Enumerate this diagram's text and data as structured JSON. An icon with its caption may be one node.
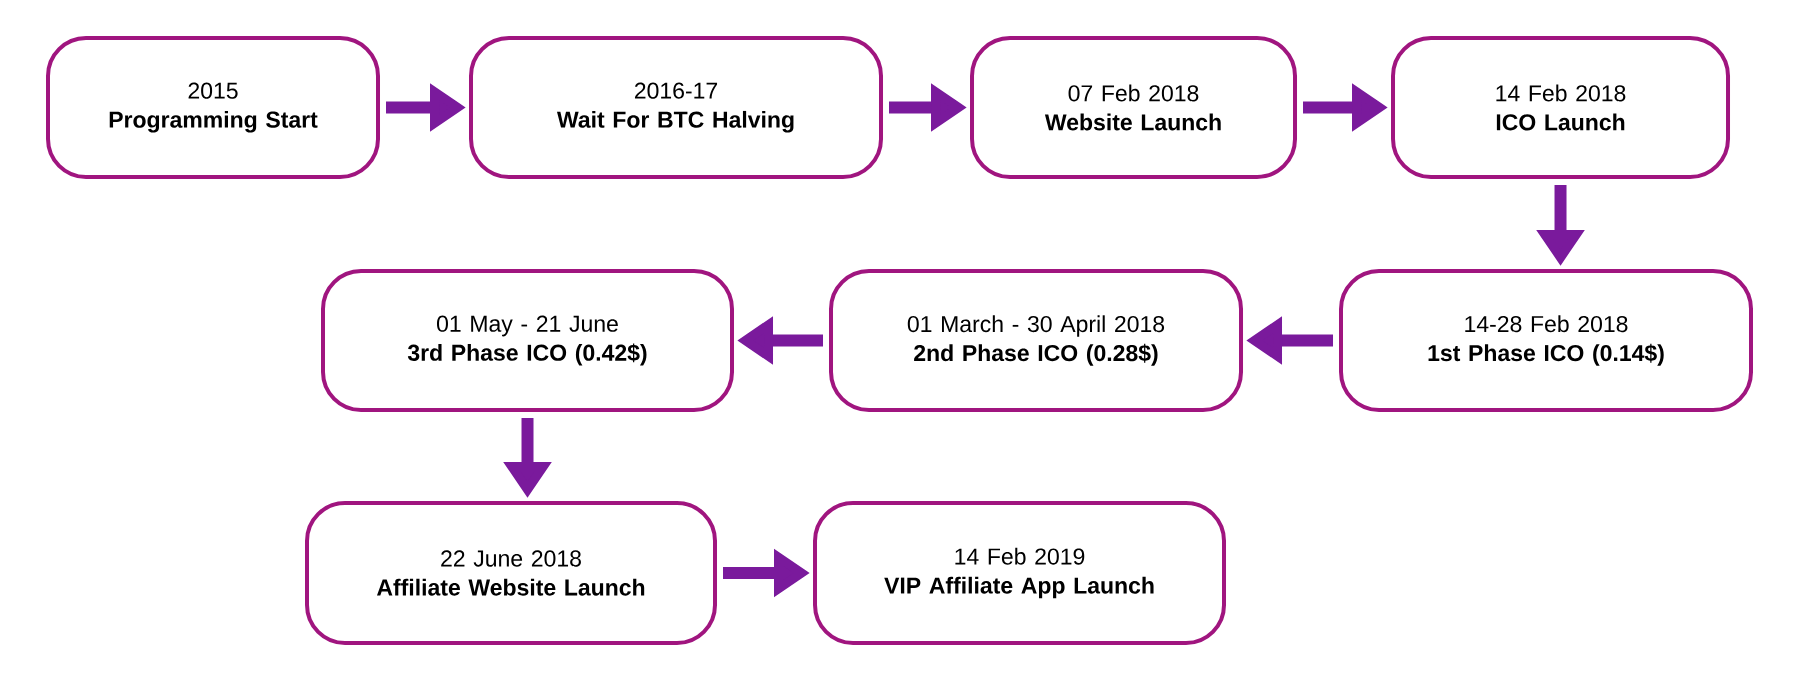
{
  "diagram": {
    "nodes": [
      {
        "text": [
          "2015",
          "Programming Start"
        ]
      },
      {
        "text": [
          "2016-17",
          "Wait For BTC Halving"
        ]
      },
      {
        "text": [
          "07 Feb 2018",
          "Website Launch"
        ]
      },
      {
        "text": [
          "14 Feb 2018",
          "ICO Launch"
        ]
      },
      {
        "text": [
          "14-28 Feb 2018",
          "1st Phase ICO (0.14$)"
        ]
      },
      {
        "text": [
          "01 March - 30 April 2018",
          "2nd Phase ICO (0.28$)"
        ]
      },
      {
        "text": [
          "01 May - 21 June",
          "3rd Phase ICO (0.42$)"
        ]
      },
      {
        "text": [
          "22 June 2018",
          "Affiliate Website Launch"
        ]
      },
      {
        "text": [
          "14 Feb 2019",
          "VIP Affiliate App Launch"
        ]
      }
    ],
    "edges": [
      {
        "from": 0,
        "to": 1,
        "arrow": "to"
      },
      {
        "from": 1,
        "to": 2,
        "arrow": "to"
      },
      {
        "from": 2,
        "to": 3,
        "arrow": "to"
      },
      {
        "from": 3,
        "to": 4,
        "arrow": "to"
      },
      {
        "from": 4,
        "to": 5,
        "arrow": "to"
      },
      {
        "from": 5,
        "to": 6,
        "arrow": "to"
      },
      {
        "from": 6,
        "to": 7,
        "arrow": "to"
      },
      {
        "from": 7,
        "to": 8,
        "arrow": "to"
      }
    ]
  }
}
